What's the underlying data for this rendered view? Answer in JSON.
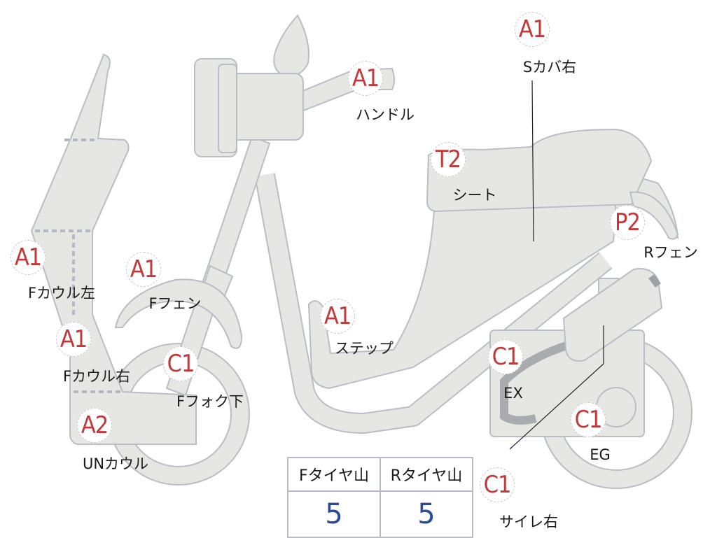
{
  "parts": [
    {
      "code": "A1",
      "label": "Sカバ右"
    },
    {
      "code": "A1",
      "label": "ハンドル"
    },
    {
      "code": "T2",
      "label": "シート"
    },
    {
      "code": "P2",
      "label": "Rフェン"
    },
    {
      "code": "A1",
      "label": "Fカウル左"
    },
    {
      "code": "A1",
      "label": "Fフェン"
    },
    {
      "code": "A1",
      "label": "Fカウル右"
    },
    {
      "code": "C1",
      "label": "Fフォク下"
    },
    {
      "code": "A2",
      "label": "UNカウル"
    },
    {
      "code": "A1",
      "label": "ステップ"
    },
    {
      "code": "C1",
      "label": "EX"
    },
    {
      "code": "C1",
      "label": "EG"
    },
    {
      "code": "C1",
      "label": "サイレ右"
    }
  ],
  "tire_table": {
    "headers": [
      "Fタイヤ山",
      "Rタイヤ山"
    ],
    "values": [
      "5",
      "5"
    ]
  },
  "colors": {
    "code": "#c0393b",
    "value": "#2a4a9a",
    "part_fill": "#e6e6e2"
  }
}
